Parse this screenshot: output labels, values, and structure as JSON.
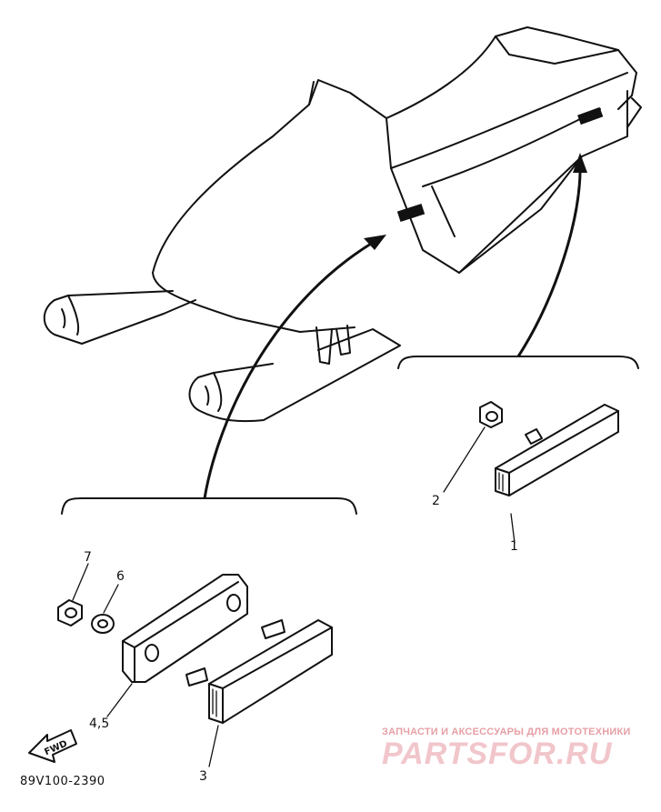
{
  "diagram": {
    "callouts": [
      {
        "id": "1",
        "label": "1"
      },
      {
        "id": "2",
        "label": "2"
      },
      {
        "id": "3",
        "label": "3"
      },
      {
        "id": "45",
        "label": "4,5"
      },
      {
        "id": "6",
        "label": "6"
      },
      {
        "id": "7",
        "label": "7"
      }
    ],
    "fwd_label": "FWD",
    "part_number": "89V100-2390"
  },
  "watermark": {
    "line1": "ЗАПЧАСТИ И АКСЕССУАРЫ ДЛЯ МОТОТЕХНИКИ",
    "logo": "PARTSFOR.RU"
  },
  "colors": {
    "ink": "#111111",
    "watermark": "#f1c6cb",
    "watermark_text": "#e6a0a6"
  }
}
